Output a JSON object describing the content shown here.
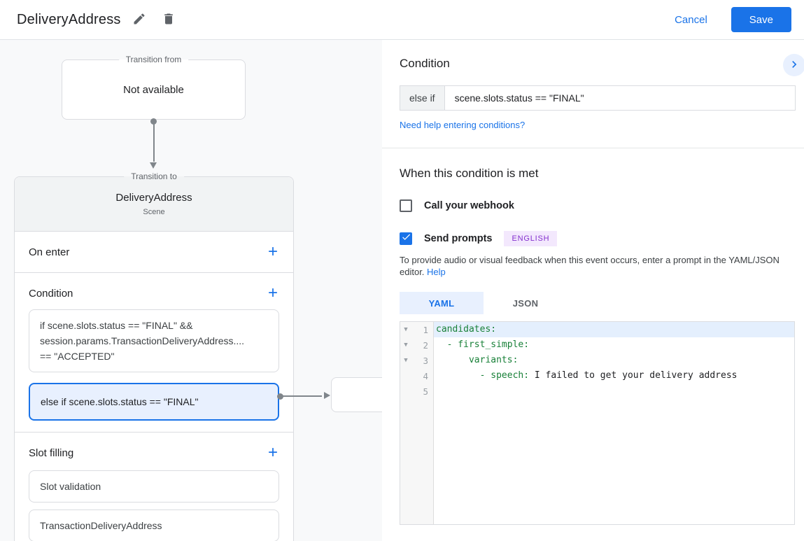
{
  "header": {
    "title": "DeliveryAddress",
    "cancel_label": "Cancel",
    "save_label": "Save"
  },
  "icons": {
    "plus": "+",
    "fold_arrow": "▼"
  },
  "colors": {
    "accent_blue": "#1a73e8",
    "selected_card_bg": "#e8f0fe",
    "canvas_bg": "#f8f9fa",
    "border_gray": "#dadce0",
    "badge_purple_text": "#8430ce",
    "badge_purple_bg": "#f3e8fd",
    "code_key_green": "#188038",
    "connector_gray": "#80868b"
  },
  "canvas": {
    "transition_from": {
      "legend": "Transition from",
      "value": "Not available"
    },
    "scene": {
      "legend": "Transition to",
      "name": "DeliveryAddress",
      "type": "Scene",
      "sections": {
        "on_enter": {
          "label": "On enter"
        },
        "condition": {
          "label": "Condition",
          "if_card": {
            "line1": "if scene.slots.status == \"FINAL\" &&",
            "line2": "session.params.TransactionDeliveryAddress....",
            "line3": "== \"ACCEPTED\""
          },
          "else_card": {
            "text": "else if scene.slots.status == \"FINAL\""
          }
        },
        "slot_filling": {
          "label": "Slot filling",
          "cards": [
            "Slot validation",
            "TransactionDeliveryAddress"
          ]
        }
      }
    }
  },
  "panel": {
    "title": "Condition",
    "condition_input": {
      "prefix": "else if",
      "value": "scene.slots.status == \"FINAL\""
    },
    "help_link": "Need help entering conditions?",
    "when_met": {
      "title": "When this condition is met",
      "webhook": {
        "label": "Call your webhook",
        "checked": false
      },
      "prompts": {
        "label": "Send prompts",
        "checked": true,
        "badge": "ENGLISH"
      },
      "description": "To provide audio or visual feedback when this event occurs, enter a prompt in the YAML/JSON editor.",
      "help_label": "Help"
    },
    "tabs": {
      "yaml": "YAML",
      "json": "JSON",
      "active": "YAML"
    },
    "editor": {
      "lines": [
        {
          "num": "1",
          "code": [
            {
              "t": "candidates:"
            }
          ]
        },
        {
          "num": "2",
          "code": [
            {
              "t": "  - first_simple:"
            }
          ]
        },
        {
          "num": "3",
          "code": [
            {
              "t": "      variants:"
            }
          ]
        },
        {
          "num": "4",
          "code": [
            {
              "t": "        - speech:"
            },
            {
              "t": " I failed to get your delivery address"
            }
          ]
        },
        {
          "num": "5",
          "code": []
        }
      ]
    }
  }
}
